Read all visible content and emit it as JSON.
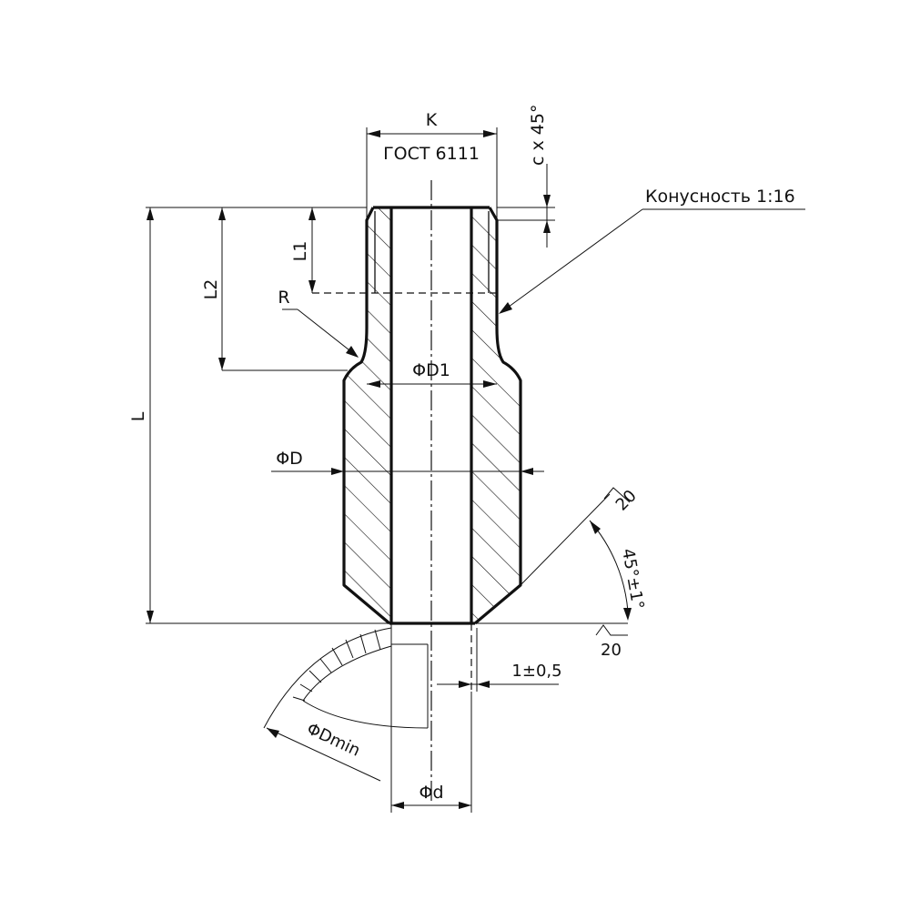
{
  "labels": {
    "k": "K",
    "gost": "ГОСТ 6111",
    "chamfer": "c x 45°",
    "taper": "Конусность 1:16",
    "l1": "L1",
    "l2": "L2",
    "l": "L",
    "r": "R",
    "d1": "ΦD1",
    "d": "ΦD",
    "angle": "45°±1°",
    "rough_top": "20",
    "rough_bottom": "20",
    "offset": "1±0,5",
    "dmin": "ΦDmin",
    "small_d": "Φd"
  }
}
